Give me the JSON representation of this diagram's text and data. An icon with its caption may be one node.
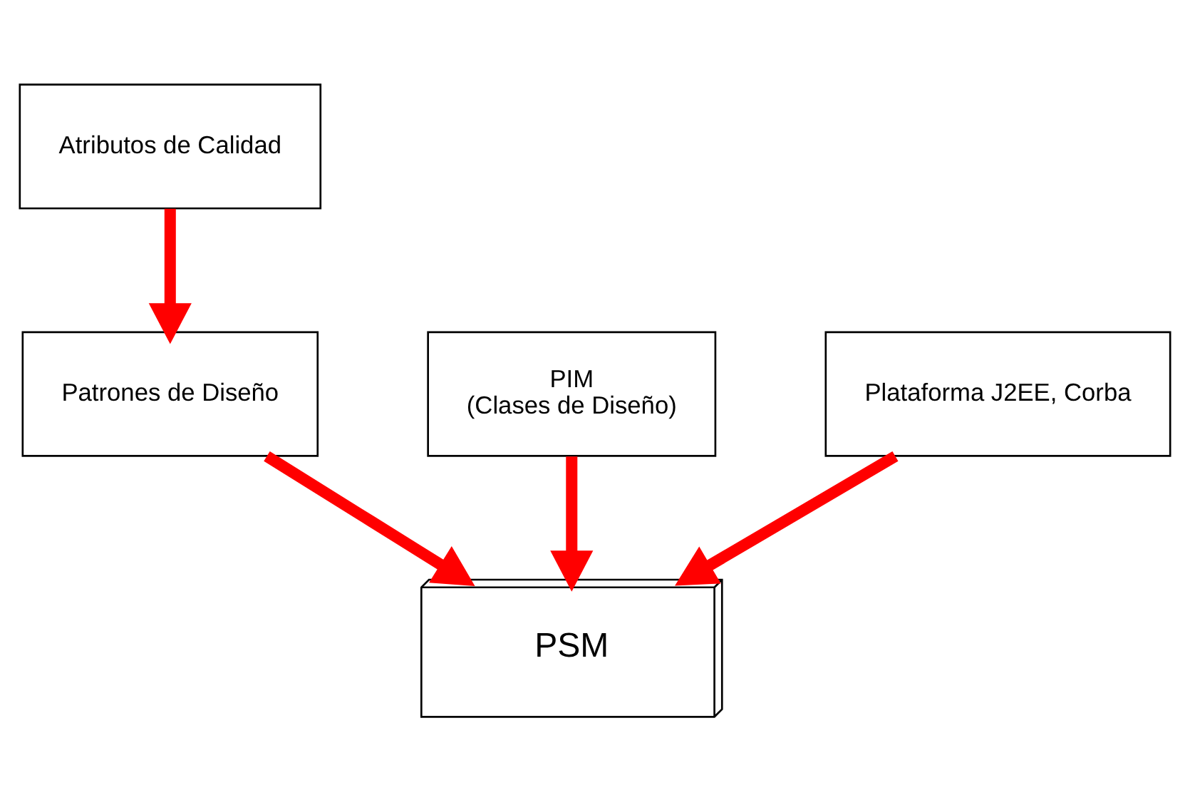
{
  "diagram": {
    "nodes": [
      {
        "text": [
          "Atributos de Calidad"
        ]
      },
      {
        "text": [
          "Patrones de Diseño"
        ]
      },
      {
        "text": [
          "PIM",
          "(Clases de Diseño)"
        ]
      },
      {
        "text": [
          "Plataforma J2EE, Corba"
        ]
      },
      {
        "text": [
          "PSM"
        ]
      }
    ],
    "edges": [
      {
        "from": 0,
        "to": 1,
        "arrow": "to"
      },
      {
        "from": 1,
        "to": 4,
        "arrow": "to"
      },
      {
        "from": 2,
        "to": 4,
        "arrow": "to"
      },
      {
        "from": 3,
        "to": 4,
        "arrow": "to"
      }
    ]
  }
}
